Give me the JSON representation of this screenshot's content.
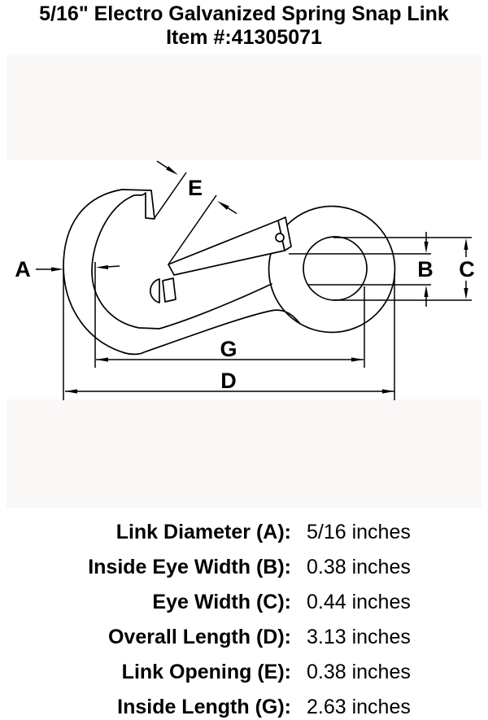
{
  "page": {
    "title_line1": "5/16\" Electro Galvanized Spring Snap Link",
    "title_line2": "Item #:41305071"
  },
  "diagram": {
    "description": "line drawing of spring snap link with dimension callouts",
    "labels": {
      "a": "A",
      "b": "B",
      "c": "C",
      "d": "D",
      "e": "E",
      "g": "G"
    }
  },
  "specs": {
    "rows": [
      {
        "label": "Link Diameter (A):",
        "value": "5/16 inches"
      },
      {
        "label": "Inside Eye Width (B):",
        "value": "0.38 inches"
      },
      {
        "label": "Eye Width (C):",
        "value": "0.44 inches"
      },
      {
        "label": "Overall Length (D):",
        "value": "3.13 inches"
      },
      {
        "label": "Link Opening (E):",
        "value": "0.38 inches"
      },
      {
        "label": "Inside Length (G):",
        "value": "2.63 inches"
      }
    ]
  },
  "colors": {
    "ink": "#000000",
    "background": "#ffffff",
    "band": "#faf7f7"
  }
}
